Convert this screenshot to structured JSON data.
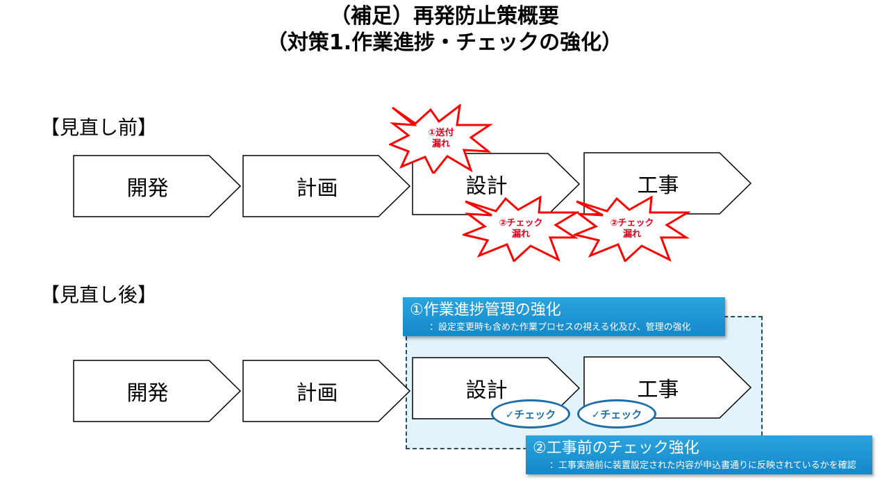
{
  "title": {
    "line1": "（補足）再発防止策概要",
    "line2": "（対策1.作業進捗・チェックの強化）"
  },
  "before": {
    "label": "【見直し前】",
    "steps": [
      "開発",
      "計画",
      "設計",
      "工事"
    ],
    "bursts": [
      {
        "line1": "①送付",
        "line2": "漏れ"
      },
      {
        "line1": "②チェック",
        "line2": "漏れ"
      },
      {
        "line1": "②チェック",
        "line2": "漏れ"
      }
    ]
  },
  "after": {
    "label": "【見直し後】",
    "steps": [
      "開発",
      "計画",
      "設計",
      "工事"
    ],
    "checks": [
      "✓チェック",
      "✓チェック"
    ],
    "callout1": {
      "title": "①作業進捗管理の強化",
      "sub": "：設定変更時も含めた作業プロセスの視える化及び、管理の強化"
    },
    "callout2": {
      "title": "②工事前のチェック強化",
      "sub": "：工事実施前に装置設定された内容が申込書通りに反映されているかを確認"
    }
  },
  "colors": {
    "burst_fill": "#ffffff",
    "burst_stroke": "#ff0000",
    "burst_text": "#e0001b",
    "callout": "#1a93d2",
    "dashed_area": "#e3f3fb",
    "check_border": "#1c6ea8"
  }
}
